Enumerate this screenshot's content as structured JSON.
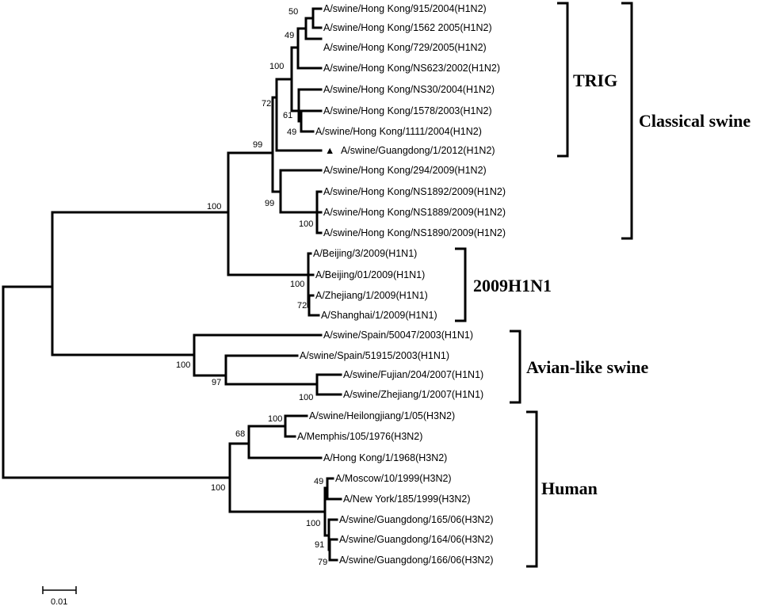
{
  "leaves": [
    "A/swine/Hong Kong/915/2004(H1N2)",
    "A/swine/Hong Kong/1562 2005(H1N2)",
    "A/swine/Hong Kong/729/2005(H1N2)",
    "A/swine/Hong Kong/NS623/2002(H1N2)",
    "A/swine/Hong Kong/NS30/2004(H1N2)",
    "A/swine/Hong Kong/1578/2003(H1N2)",
    "A/swine/Hong Kong/1111/2004(H1N2)",
    "A/swine/Guangdong/1/2012(H1N2)",
    "A/swine/Hong Kong/294/2009(H1N2)",
    "A/swine/Hong Kong/NS1892/2009(H1N2)",
    "A/swine/Hong Kong/NS1889/2009(H1N2)",
    "A/swine/Hong Kong/NS1890/2009(H1N2)",
    "A/Beijing/3/2009(H1N1)",
    "A/Beijing/01/2009(H1N1)",
    "A/Zhejiang/1/2009(H1N1)",
    "A/Shanghai/1/2009(H1N1)",
    "A/swine/Spain/50047/2003(H1N1)",
    "A/swine/Spain/51915/2003(H1N1)",
    "A/swine/Fujian/204/2007(H1N1)",
    "A/swine/Zhejiang/1/2007(H1N1)",
    "A/swine/Heilongjiang/1/05(H3N2)",
    "A/Memphis/105/1976(H3N2)",
    "A/Hong Kong/1/1968(H3N2)",
    "A/Moscow/10/1999(H3N2)",
    "A/New York/185/1999(H3N2)",
    "A/swine/Guangdong/165/06(H3N2)",
    "A/swine/Guangdong/164/06(H3N2)",
    "A/swine/Guangdong/166/06(H3N2)"
  ],
  "marked_leaf_symbol": "▲",
  "bootstrap": [
    "50",
    "49",
    "100",
    "61",
    "49",
    "72",
    "99",
    "99",
    "100",
    "100",
    "100",
    "72",
    "100",
    "97",
    "100",
    "100",
    "68",
    "100",
    "49",
    "100",
    "91",
    "79"
  ],
  "clades": {
    "trig": "TRIG",
    "classical_swine": "Classical swine",
    "h1n1_2009": "2009H1N1",
    "avian_like_swine": "Avian-like swine",
    "human": "Human"
  },
  "scale_bar": {
    "label": "0.01"
  }
}
